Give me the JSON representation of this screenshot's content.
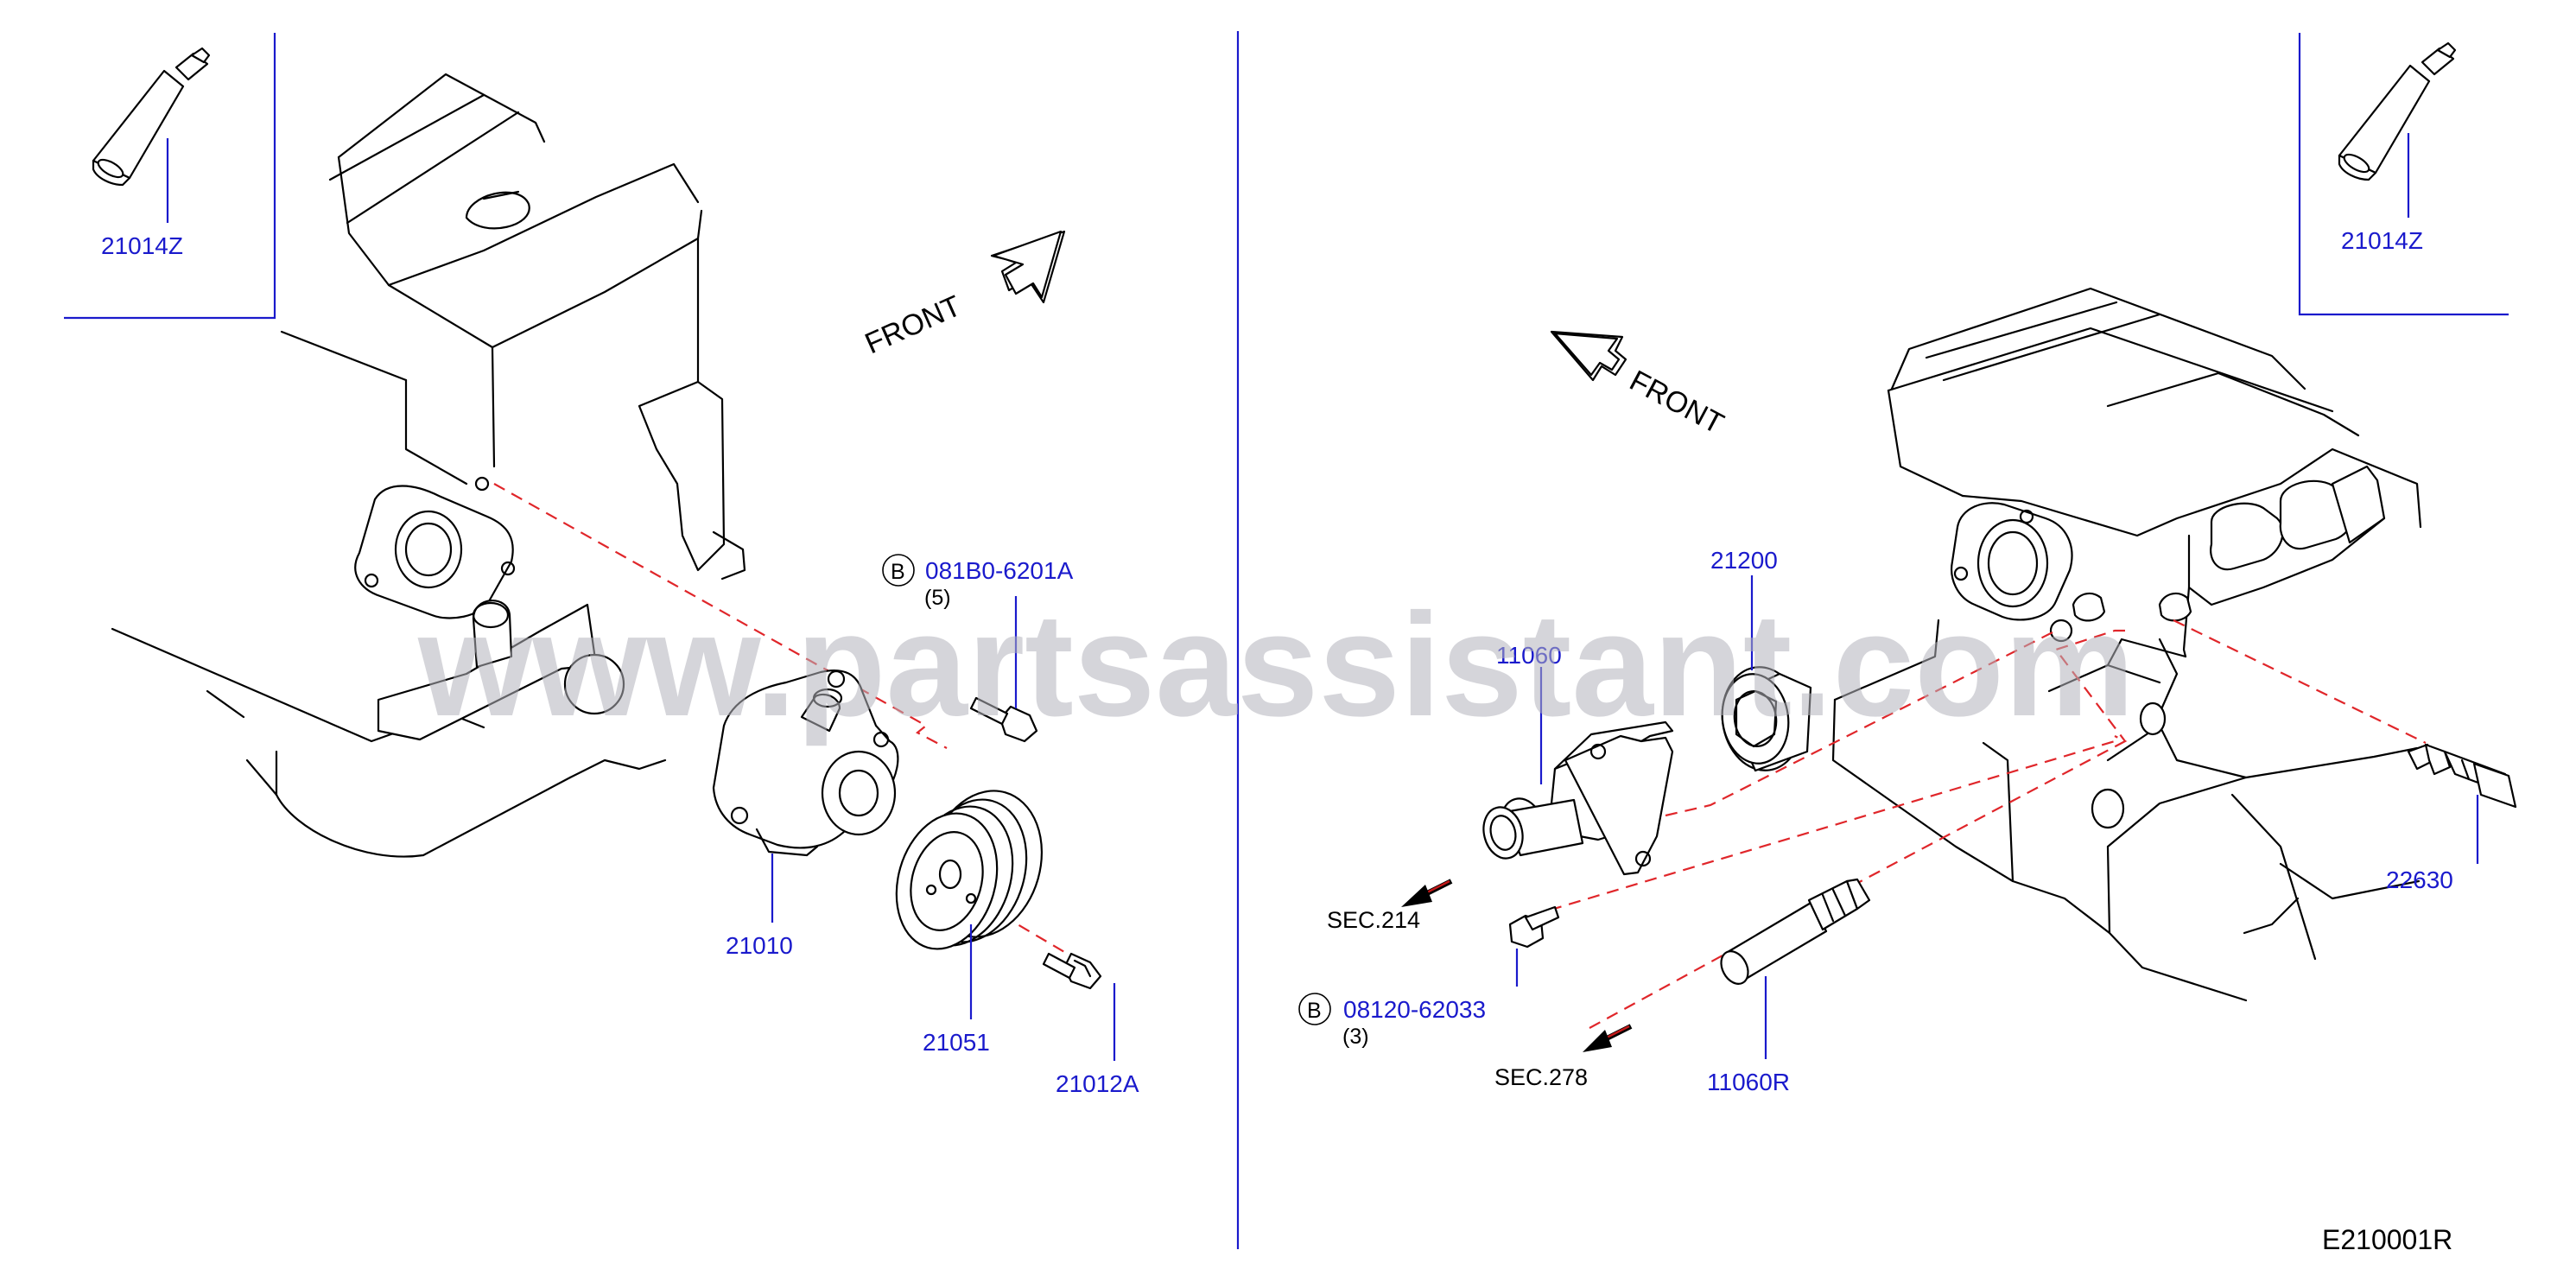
{
  "watermark": "www.partsassistant.com",
  "diagram_code": "E210001R",
  "front_labels": {
    "left": "FRONT",
    "right": "FRONT"
  },
  "parts": {
    "p21014z_left": "21014Z",
    "p21014z_right": "21014Z",
    "p21010": "21010",
    "p21051": "21051",
    "p21012a": "21012A",
    "p081b0": "081B0-6201A",
    "p081b0_qty": "(5)",
    "p11060": "11060",
    "p21200": "21200",
    "p22630": "22630",
    "p08120": "08120-62033",
    "p08120_qty": "(3)",
    "p11060r": "11060R"
  },
  "bolt_marker": "B",
  "sections": {
    "sec214": "SEC.214",
    "sec278": "SEC.278"
  },
  "colors": {
    "callout": "#1a1acc",
    "dashed_path": "#e0262a",
    "watermark": "#b4b4bc"
  }
}
